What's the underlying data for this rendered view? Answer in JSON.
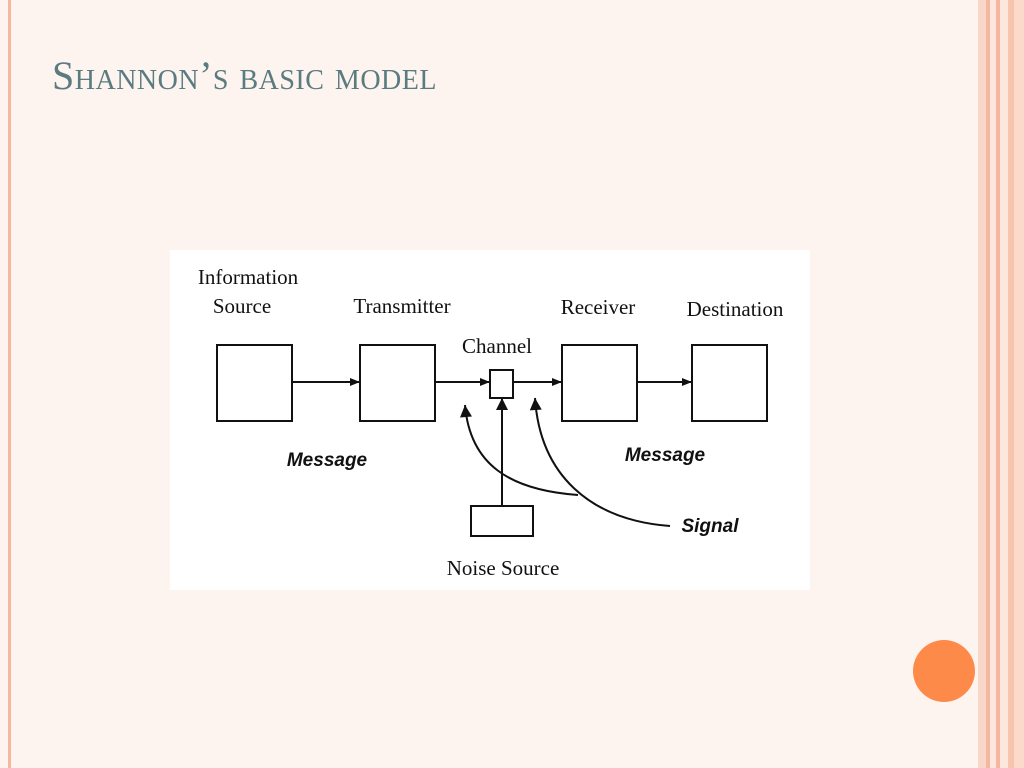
{
  "slide": {
    "title": "Shannon’s basic model",
    "accent_color": "#fe8a4a",
    "title_color": "#5a7c81",
    "stripe_color": "#f4b8a0"
  },
  "diagram": {
    "labels": {
      "information_source_line1": "Information",
      "information_source_line2": "Source",
      "transmitter": "Transmitter",
      "channel": "Channel",
      "receiver": "Receiver",
      "destination": "Destination",
      "message_left": "Message",
      "message_right": "Message",
      "signal": "Signal",
      "noise_source": "Noise Source"
    }
  }
}
